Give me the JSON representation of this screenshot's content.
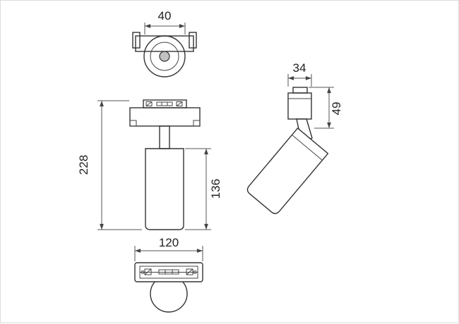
{
  "colors": {
    "line": "#333333",
    "dimension_line": "#555555",
    "text": "#222222"
  },
  "dimensions": {
    "top_width": "40",
    "overall_height": "228",
    "body_height": "136",
    "adapter_width": "34",
    "adapter_height": "49",
    "base_width": "120"
  }
}
